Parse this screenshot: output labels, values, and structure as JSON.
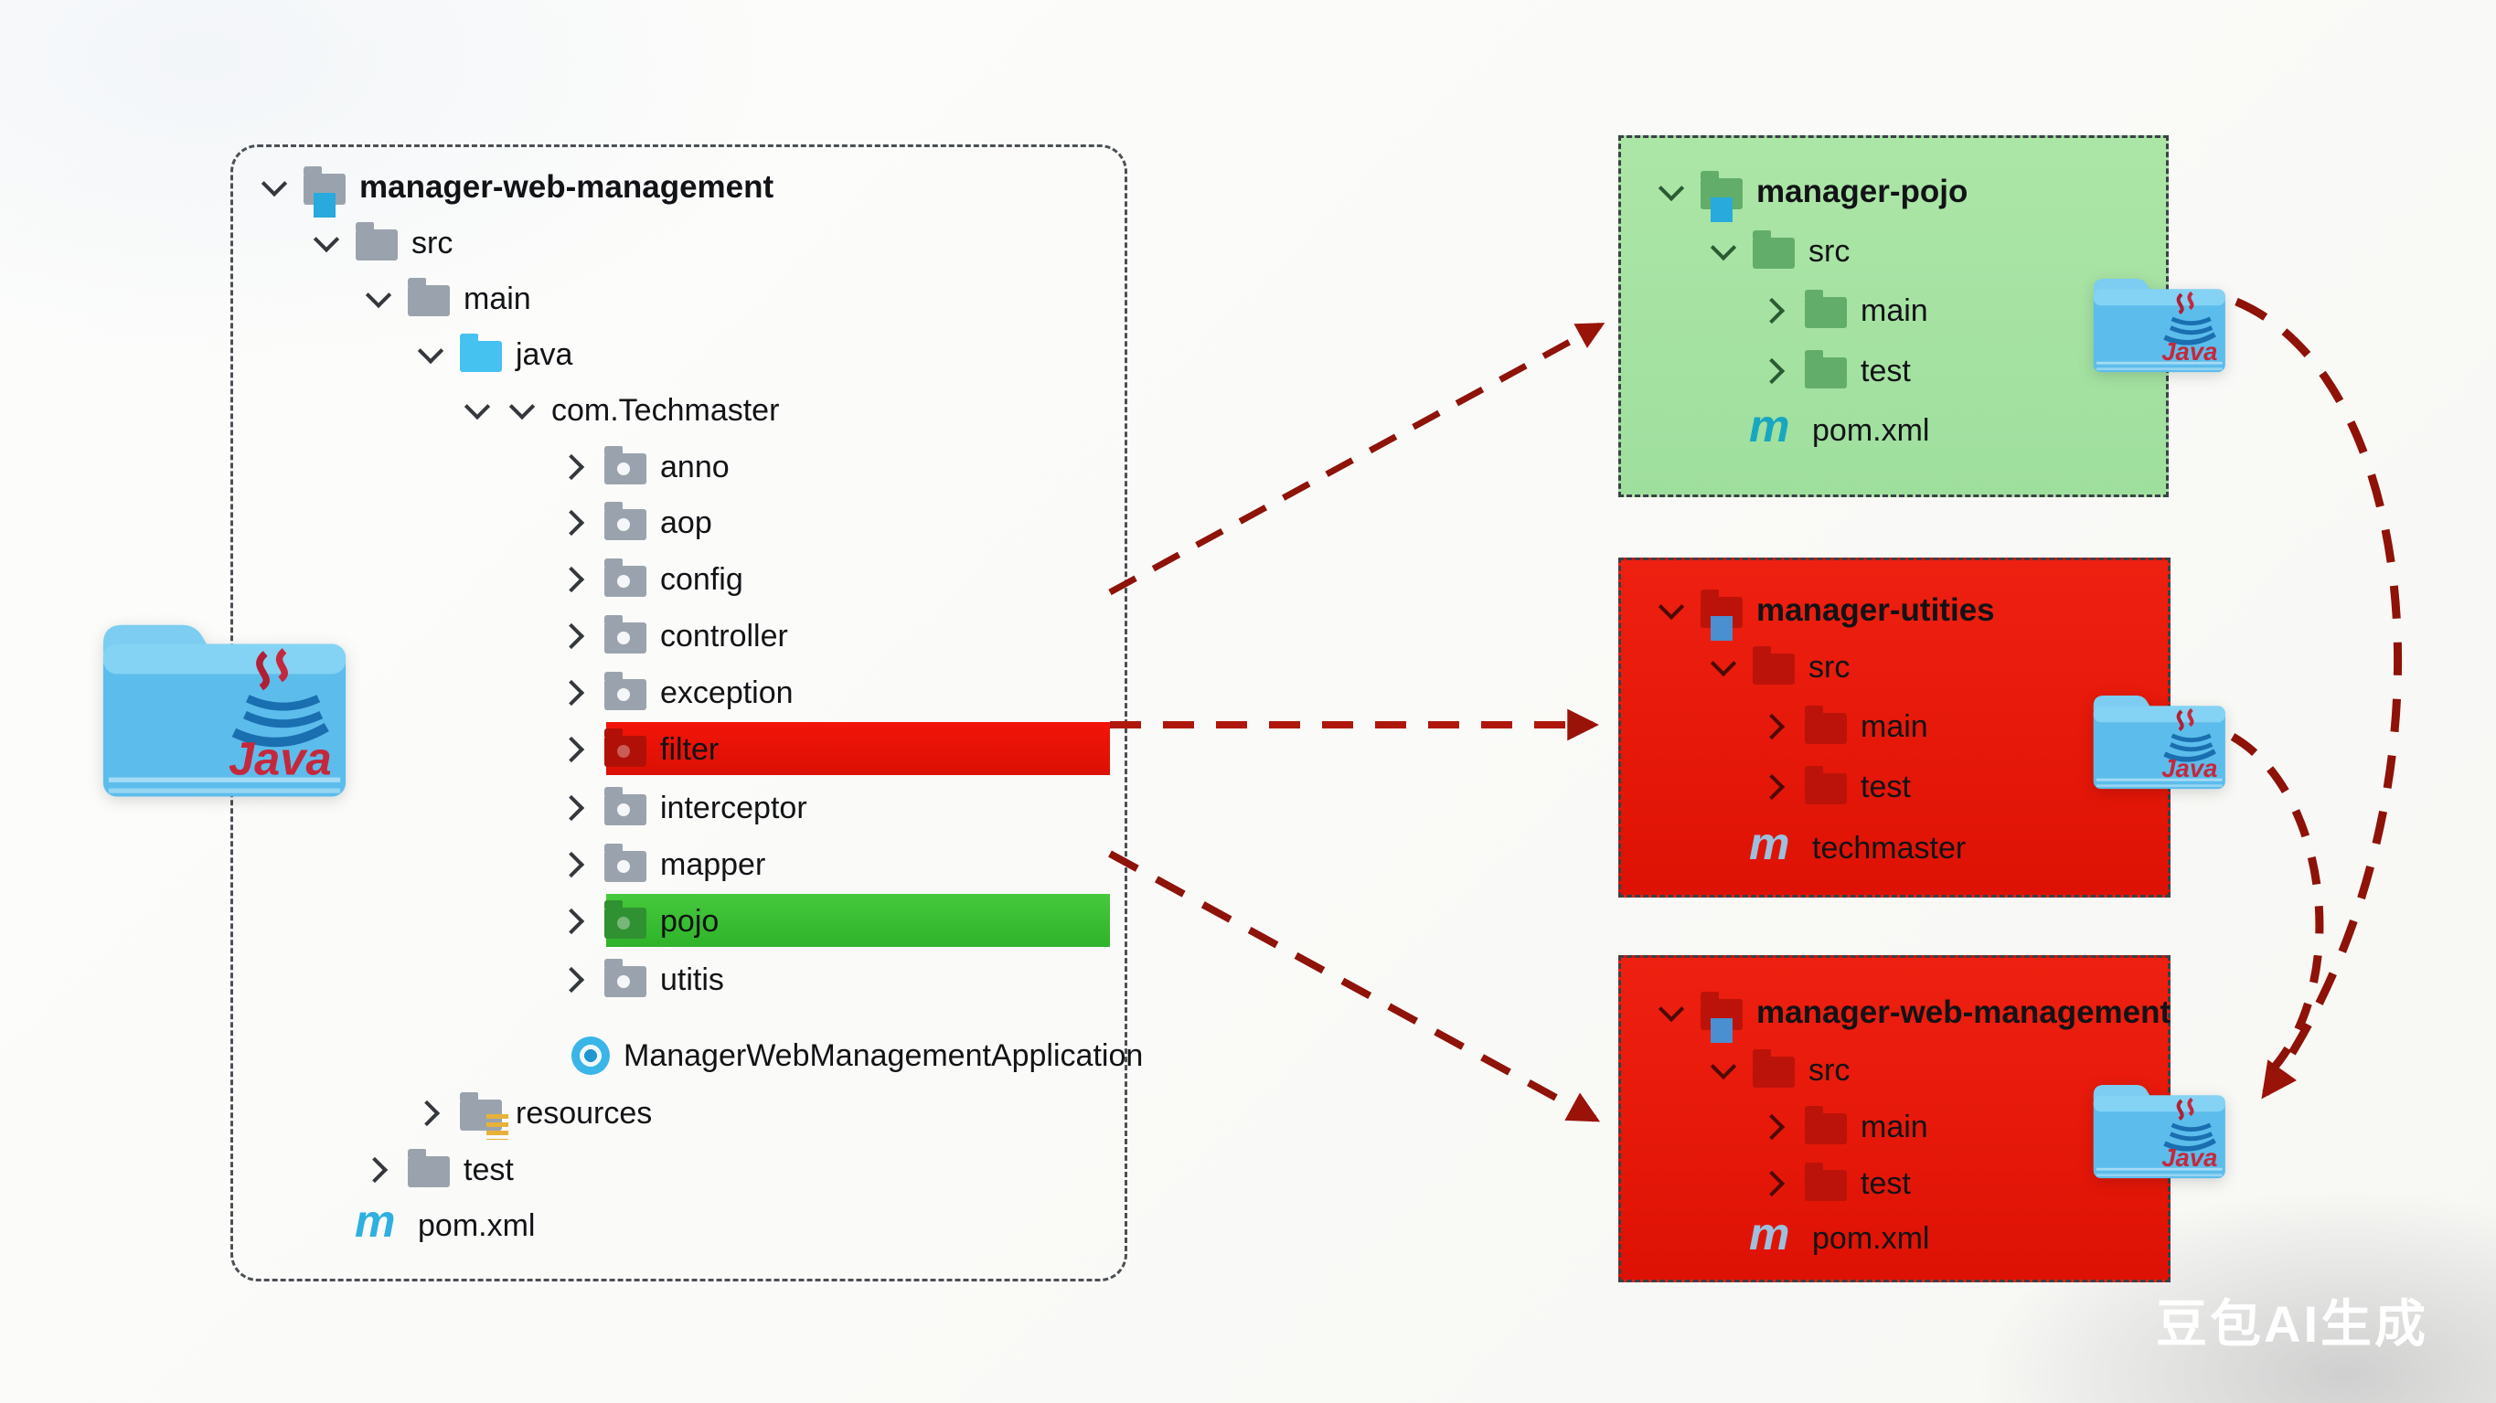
{
  "page": {
    "watermark": "豆包AI生成"
  },
  "icons": {
    "maven_glyph": "m",
    "java_label": "Java"
  },
  "colors": {
    "highlight_red": "#e81408",
    "highlight_green": "#41c436",
    "module_green_bg": "#a7e3a3",
    "module_red_bg": "#e8190b",
    "arrow_red": "#9a1309",
    "java_folder_blue": "#5cbdec"
  },
  "left_panel": {
    "rows": [
      {
        "label": "manager-web-management"
      },
      {
        "label": "src"
      },
      {
        "label": "main"
      },
      {
        "label": "java"
      },
      {
        "label": "com.Techmaster"
      },
      {
        "label": "anno"
      },
      {
        "label": "aop"
      },
      {
        "label": "config"
      },
      {
        "label": "controller"
      },
      {
        "label": "exception"
      },
      {
        "label": "filter"
      },
      {
        "label": "interceptor"
      },
      {
        "label": "mapper"
      },
      {
        "label": "pojo"
      },
      {
        "label": "utitis"
      },
      {
        "label": "ManagerWebManagementApplication"
      },
      {
        "label": "resources"
      },
      {
        "label": "test"
      },
      {
        "label": "pom.xml"
      }
    ]
  },
  "modules": [
    {
      "title": "manager-pojo",
      "rows": [
        "src",
        "main",
        "test",
        "pom.xml"
      ]
    },
    {
      "title": "manager-utities",
      "rows": [
        "src",
        "main",
        "test",
        "techmaster"
      ]
    },
    {
      "title": "manager-web-management",
      "rows": [
        "src",
        "main",
        "test",
        "pom.xml"
      ]
    }
  ]
}
